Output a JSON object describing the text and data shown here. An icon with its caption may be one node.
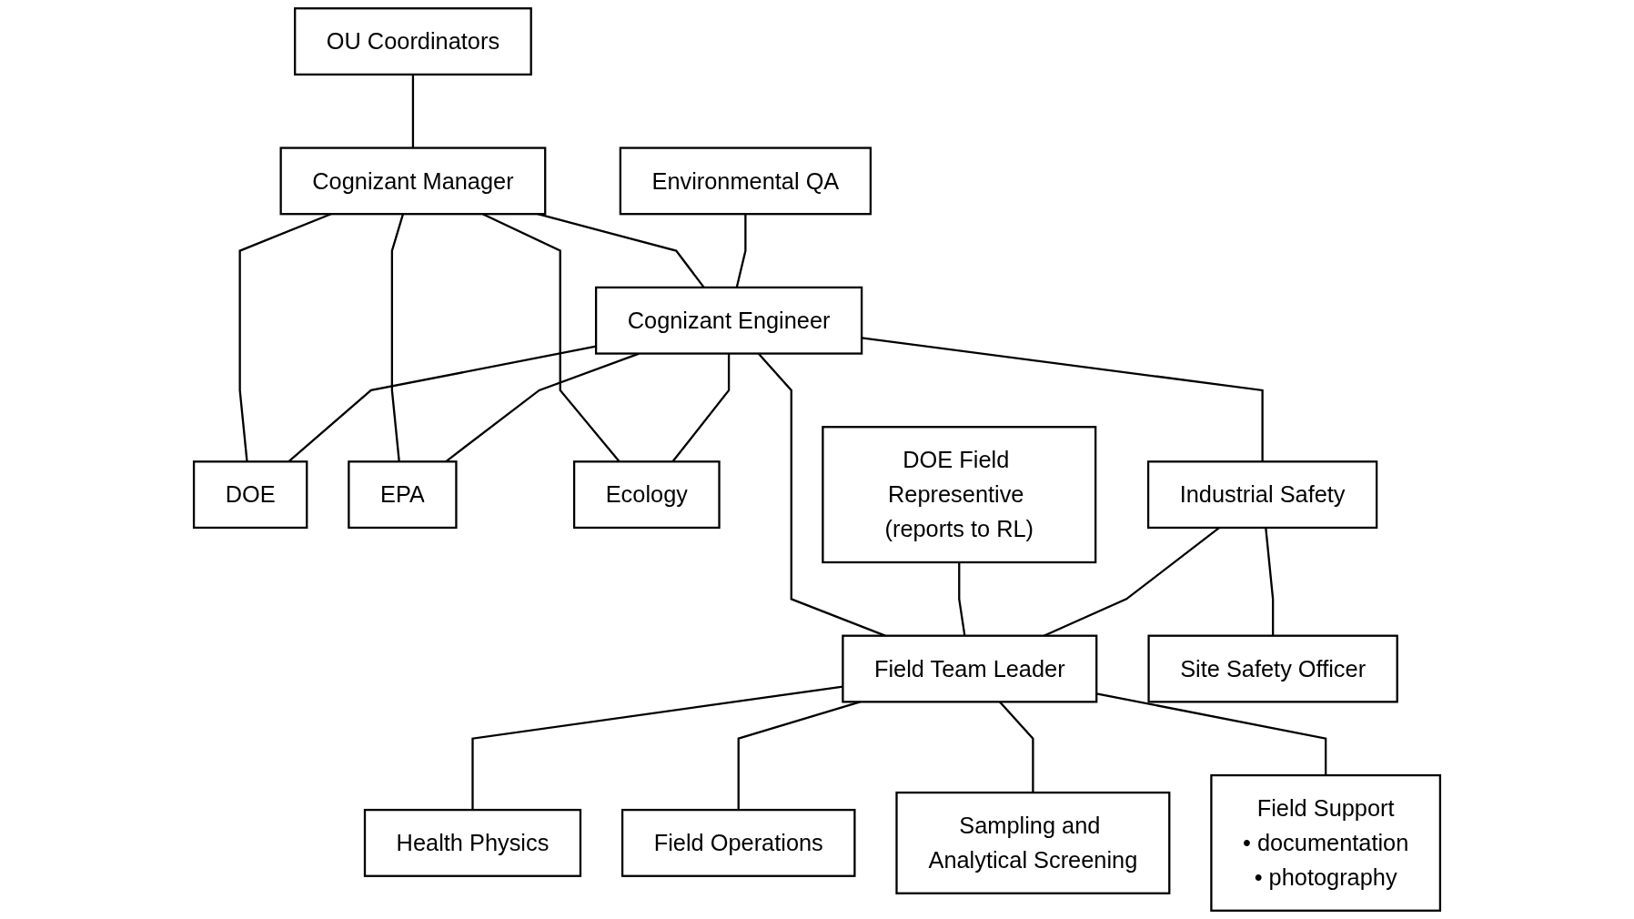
{
  "diagram": {
    "nodes": [
      {
        "text": [
          "OU Coordinators"
        ]
      },
      {
        "text": [
          "Cognizant Manager"
        ]
      },
      {
        "text": [
          "DOE"
        ]
      },
      {
        "text": [
          "EPA"
        ]
      },
      {
        "text": [
          "Ecology"
        ]
      },
      {
        "text": [
          "Environmental QA"
        ]
      },
      {
        "text": [
          "Cognizant Engineer"
        ]
      },
      {
        "text": [
          "Industrial Safety"
        ]
      },
      {
        "text": [
          "DOE Field Representive (reports to RL)"
        ]
      },
      {
        "text": [
          "Field Team Leader"
        ]
      },
      {
        "text": [
          "Site Safety Officer"
        ]
      },
      {
        "text": [
          "Health Physics"
        ]
      },
      {
        "text": [
          "Field Operations"
        ]
      },
      {
        "text": [
          "Sampling and Analytical Screening"
        ]
      },
      {
        "text": [
          "Field Support",
          "• documentation",
          "• photography"
        ]
      }
    ],
    "edges": [
      {
        "from": 0,
        "to": 1,
        "arrow": "none"
      },
      {
        "from": 1,
        "to": 2,
        "arrow": "none"
      },
      {
        "from": 1,
        "to": 3,
        "arrow": "none"
      },
      {
        "from": 1,
        "to": 4,
        "arrow": "none"
      },
      {
        "from": 1,
        "to": 6,
        "arrow": "none"
      },
      {
        "from": 6,
        "to": 2,
        "arrow": "none"
      },
      {
        "from": 6,
        "to": 3,
        "arrow": "none"
      },
      {
        "from": 6,
        "to": 4,
        "arrow": "none"
      },
      {
        "from": 5,
        "to": 6,
        "arrow": "none"
      },
      {
        "from": 6,
        "to": 7,
        "arrow": "none"
      },
      {
        "from": 6,
        "to": 9,
        "arrow": "none"
      },
      {
        "from": 8,
        "to": 9,
        "arrow": "none"
      },
      {
        "from": 7,
        "to": 10,
        "arrow": "none"
      },
      {
        "from": 7,
        "to": 9,
        "arrow": "none"
      },
      {
        "from": 9,
        "to": 11,
        "arrow": "none"
      },
      {
        "from": 9,
        "to": 12,
        "arrow": "none"
      },
      {
        "from": 9,
        "to": 13,
        "arrow": "none"
      },
      {
        "from": 9,
        "to": 14,
        "arrow": "none"
      }
    ]
  }
}
